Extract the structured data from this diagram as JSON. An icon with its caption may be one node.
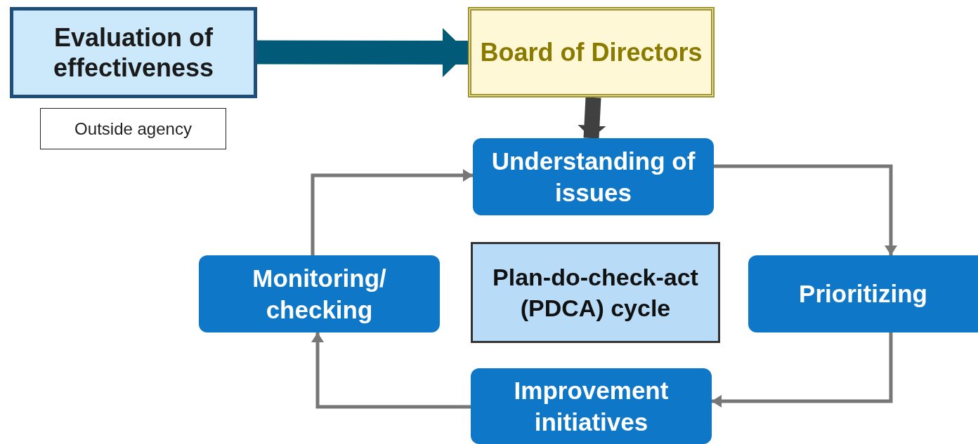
{
  "diagram": {
    "nodes": [
      {
        "text": [
          "Evaluation of effectiveness"
        ]
      },
      {
        "text": [
          "Outside agency"
        ]
      },
      {
        "text": [
          "Board of Directors"
        ]
      },
      {
        "text": [
          "Understanding of issues"
        ]
      },
      {
        "text": [
          "Monitoring/ checking"
        ]
      },
      {
        "text": [
          "Plan-do-check-act (PDCA) cycle"
        ]
      },
      {
        "text": [
          "Prioritizing"
        ]
      },
      {
        "text": [
          "Improvement initiatives"
        ]
      }
    ],
    "edges": [
      {
        "from": 0,
        "to": 2,
        "arrow": "to",
        "style": "thick",
        "color": "#005a78"
      },
      {
        "from": 2,
        "to": 3,
        "arrow": "to",
        "style": "thick",
        "color": "#404040"
      },
      {
        "from": 3,
        "to": 6,
        "arrow": "to"
      },
      {
        "from": 6,
        "to": 7,
        "arrow": "to"
      },
      {
        "from": 7,
        "to": 4,
        "arrow": "to"
      },
      {
        "from": 4,
        "to": 3,
        "arrow": "to"
      }
    ]
  }
}
